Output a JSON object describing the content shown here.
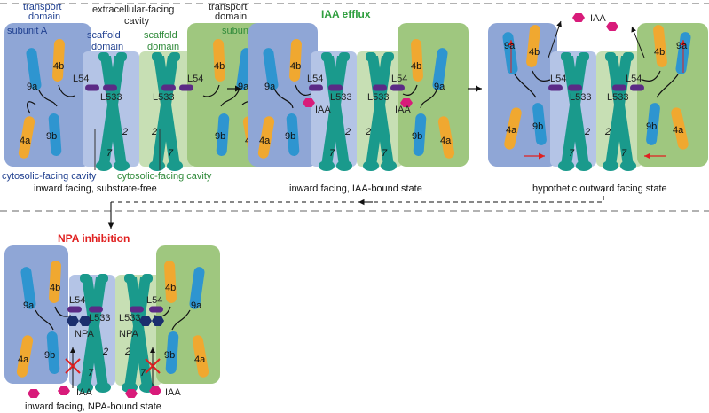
{
  "colors": {
    "subunit_a_bg": "#8fa6d6",
    "subunit_b_bg": "#9fc77f",
    "scaffold_a_bg": "#b4c4e6",
    "scaffold_b_bg": "#c7dfb4",
    "helix_blue": "#2e95d0",
    "helix_orange": "#f0a830",
    "scaffold_teal": "#1a9a8c",
    "residue_purple": "#5b2a86",
    "iaa_magenta": "#d81b7a",
    "npa_navy": "#1b2f6e",
    "arrow_red": "#e02020",
    "title_green": "#2e9e3e",
    "title_red": "#e02020"
  },
  "labels": {
    "transport_domain_a": [
      "transport",
      "domain"
    ],
    "subunit_a": "subunit A",
    "extracellular_cavity": [
      "extracellular-facing",
      "cavity"
    ],
    "transport_domain_b": [
      "transport",
      "domain"
    ],
    "subunit_b": "subunit B",
    "scaffold_domain_a": [
      "scaffold",
      "domain"
    ],
    "scaffold_domain_b": [
      "scaffold",
      "domain"
    ],
    "cytosolic_cavity_a": "cytosolic-facing cavity",
    "cytosolic_cavity_b": "cytosolic-facing cavity",
    "helix_9a": "9a",
    "helix_4b": "4b",
    "helix_4a": "4a",
    "helix_9b": "9b",
    "helix_2": "2",
    "helix_7": "7",
    "residue_l54": "L54",
    "residue_l533": "L533",
    "iaa": "IAA",
    "npa": "NPA"
  },
  "panels": {
    "p1_caption": "inward facing, substrate-free",
    "p2_title": "IAA efflux",
    "p2_caption": "inward facing, IAA-bound state",
    "p3_caption": "hypothetic outward facing state",
    "p4_title": "NPA inhibition",
    "p4_caption": "inward facing, NPA-bound state"
  }
}
